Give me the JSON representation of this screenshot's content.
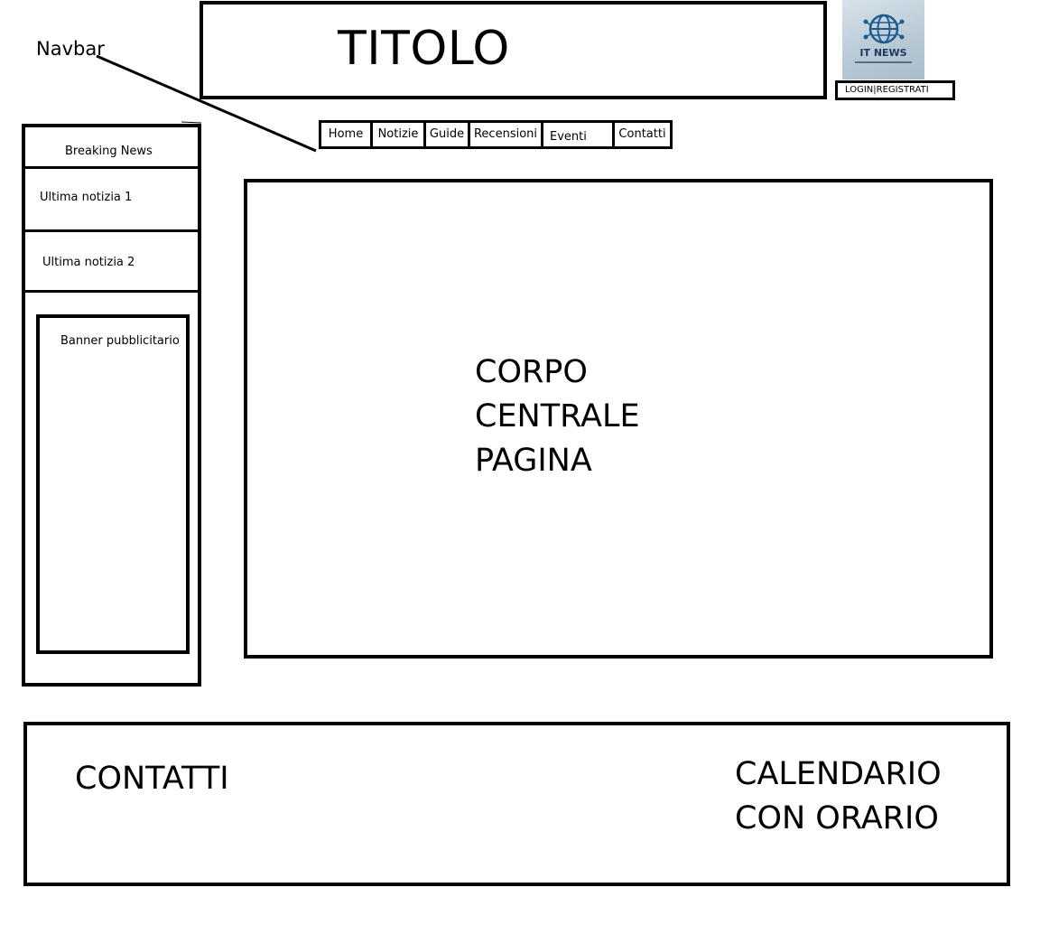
{
  "annotation": {
    "navbar_label": "Navbar"
  },
  "header": {
    "title": "TITOLO",
    "logo_text": "IT NEWS",
    "auth_label": "LOGIN|REGISTRATI"
  },
  "nav": {
    "items": [
      {
        "label": "Home"
      },
      {
        "label": "Notizie"
      },
      {
        "label": "Guide"
      },
      {
        "label": "Recensioni"
      },
      {
        "label": "Eventi"
      },
      {
        "label": "Contatti"
      }
    ]
  },
  "sidebar": {
    "heading": "Breaking News",
    "news": [
      "Ultima notizia 1",
      "Ultima notizia 2"
    ],
    "banner_label": "Banner pubblicitario"
  },
  "main": {
    "lines": [
      "CORPO",
      "CENTRALE",
      "PAGINA"
    ]
  },
  "footer": {
    "contacts": "CONTATTI",
    "calendar_lines": [
      "CALENDARIO",
      "CON ORARIO"
    ]
  },
  "colors": {
    "stroke": "#000000",
    "background": "#ffffff",
    "logo_accent": "#1e3a5f"
  },
  "icons": {
    "logo": "globe-icon"
  }
}
